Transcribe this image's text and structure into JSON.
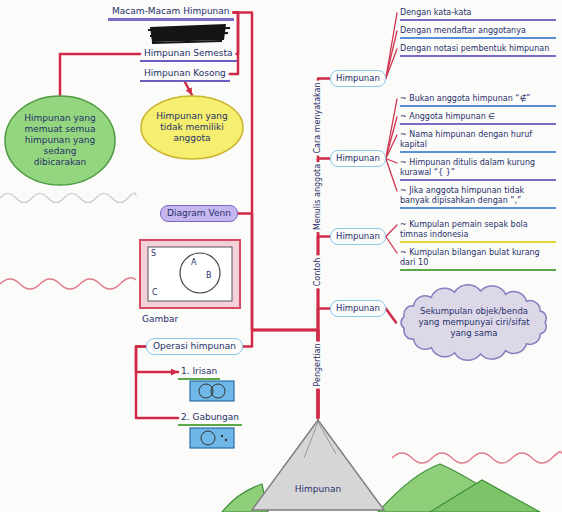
{
  "diagram": {
    "nodes": [
      {
        "text": [
          "Himpunan"
        ]
      },
      {
        "text": [
          "Macam-Macam Himpunan"
        ]
      },
      {
        "text": [
          "Himpunan Semesta"
        ]
      },
      {
        "text": [
          "Himpunan Kosong"
        ]
      },
      {
        "text": [
          "Himpunan yang memuat semua himpunan yang sedang dibicarakan"
        ]
      },
      {
        "text": [
          "Himpunan yang tidak memiliki anggota"
        ]
      },
      {
        "text": [
          "Diagram Venn"
        ]
      },
      {
        "text": [
          "Operasi himpunan"
        ]
      },
      {
        "text": [
          "1. Irisan"
        ]
      },
      {
        "text": [
          "2. Gabungan"
        ]
      },
      {
        "text": [
          "Himpunan"
        ]
      },
      {
        "text": [
          "Himpunan"
        ]
      },
      {
        "text": [
          "Himpunan"
        ]
      },
      {
        "text": [
          "Himpunan"
        ]
      },
      {
        "text": [
          "Sekumpulan objek/benda yang mempunyai ciri/sifat yang sama"
        ]
      }
    ],
    "edges": [
      {
        "from": 0,
        "to": 1,
        "arrow": "none"
      },
      {
        "from": 1,
        "to": 2,
        "arrow": "none"
      },
      {
        "from": 1,
        "to": 3,
        "arrow": "none"
      },
      {
        "from": 2,
        "to": 4,
        "arrow": "none"
      },
      {
        "from": 3,
        "to": 5,
        "arrow": "to"
      },
      {
        "from": 0,
        "to": 6,
        "arrow": "none"
      },
      {
        "from": 0,
        "to": 7,
        "arrow": "none"
      },
      {
        "from": 7,
        "to": 8,
        "arrow": "to"
      },
      {
        "from": 7,
        "to": 9,
        "arrow": "none"
      },
      {
        "from": 0,
        "to": 10,
        "label": "Cara menyatakan",
        "arrow": "none"
      },
      {
        "from": 0,
        "to": 11,
        "label": "Menulis anggota",
        "arrow": "none"
      },
      {
        "from": 0,
        "to": 12,
        "label": "Contoh",
        "arrow": "none"
      },
      {
        "from": 0,
        "to": 13,
        "label": "Pengertian",
        "arrow": "none"
      },
      {
        "from": 13,
        "to": 14,
        "arrow": "none"
      }
    ],
    "labels": [
      "S",
      "A",
      "B",
      "C",
      "Gambar",
      "Dengan kata-kata",
      "Dengan mendaftar anggotanya",
      "Dengan notasi pembentuk himpunan",
      "~ Bukan anggota himpunan “∉”",
      "~ Anggota himpunan ∈",
      "~ Nama himpunan dengan huruf kapital",
      "~ Himpunan ditulis dalam kurung kurawal “{ }”",
      "~ Jika anggota himpunan tidak banyak dipisahkan dengan “,”",
      "~ Kumpulan pemain sepak bola timnas indonesia",
      "~ Kumpulan bilangan bulat kurang dari 10"
    ]
  }
}
